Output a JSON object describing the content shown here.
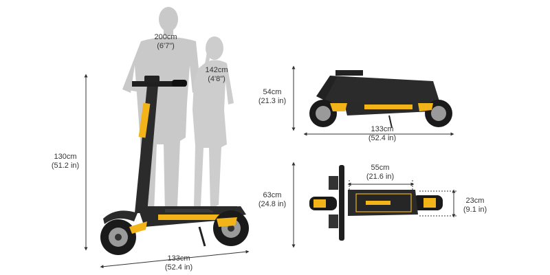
{
  "people": {
    "tall": {
      "height_cm": "200cm",
      "height_ft": "(6'7\")"
    },
    "short": {
      "height_cm": "142cm",
      "height_ft": "(4'8\")"
    }
  },
  "dimensions": {
    "side_height": {
      "cm": "130cm",
      "in": "(51.2 in)"
    },
    "side_length": {
      "cm": "133cm",
      "in": "(52.4 in)"
    },
    "folded_height": {
      "cm": "54cm",
      "in": "(21.3 in)"
    },
    "folded_length": {
      "cm": "133cm",
      "in": "(52.4 in)"
    },
    "top_width": {
      "cm": "63cm",
      "in": "(24.8 in)"
    },
    "deck_length": {
      "cm": "55cm",
      "in": "(21.6 in)"
    },
    "deck_width": {
      "cm": "23cm",
      "in": "(9.1 in)"
    }
  },
  "colors": {
    "frame": "#2b2b2b",
    "accent": "#f2b418",
    "silhouette": "#c8c8c8",
    "dimension_line": "#333333"
  }
}
